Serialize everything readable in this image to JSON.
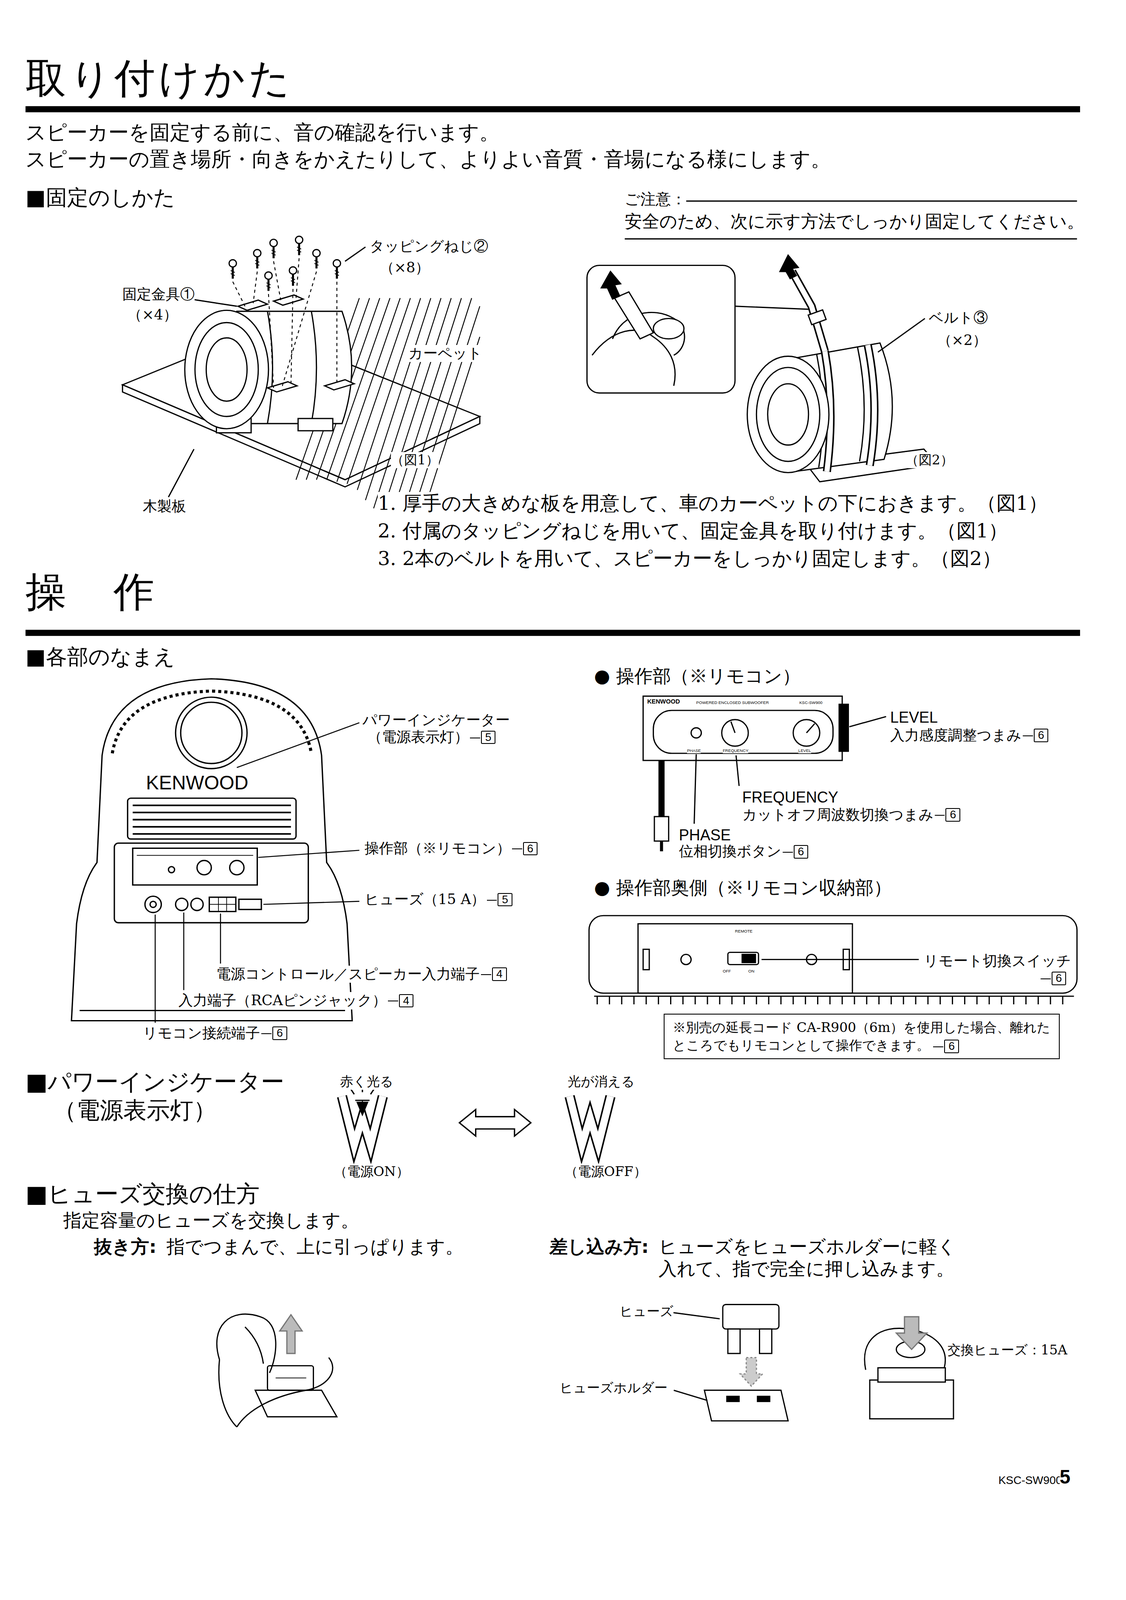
{
  "diagram": {
    "title": "取り付けかた",
    "nodes": [
      {
        "text": [
          "※別売の延長コード CA-R900（6m）を使用した場合、離れたところでもリモコンとして操作できます。",
          "6"
        ]
      }
    ],
    "labels": [
      "スピーカーを固定する前に、音の確認を行います。",
      "スピーカーの置き場所・向きをかえたりして、よりよい音質・音場になる様にします。",
      "■固定のしかた",
      "タッピングねじ②",
      "（×8）",
      "固定金具①",
      "（×4）",
      "カーペット",
      "（図1）",
      "木製板",
      "ご注意：",
      "安全のため、次に示す方法でしっかり固定してください。",
      "ベルト③",
      "（×2）",
      "（図2）",
      "1. 厚手の大きめな板を用意して、車のカーペットの下におきます。（図1）",
      "2. 付属のタッピングねじを用いて、固定金具を取り付けます。（図1）",
      "3. 2本のベルトを用いて、スピーカーをしっかり固定します。（図2）",
      "操　作",
      "■各部のなまえ",
      "KENWOOD",
      "パワーインジケーター",
      "（電源表示灯）",
      "5",
      "操作部（※リモコン）",
      "6",
      "ヒューズ（15 A）",
      "5",
      "電源コントロール／スピーカー入力端子",
      "4",
      "入力端子（RCAピンジャック）",
      "4",
      "リモコン接続端子",
      "6",
      "● 操作部（※リモコン）",
      "KENWOOD",
      "POWERED ENCLOSED SUBWOOFER",
      "KSC-SW900",
      "PHASE",
      "FREQUENCY",
      "LEVEL",
      "LEVEL",
      "入力感度調整つまみ",
      "6",
      "FREQUENCY",
      "カットオフ周波数切換つまみ",
      "6",
      "PHASE",
      "位相切換ボタン",
      "6",
      "● 操作部奥側（※リモコン収納部）",
      "REMOTE",
      "OFF",
      "ON",
      "リモート切換スイッチ",
      "6",
      "■パワーインジケーター",
      "（電源表示灯）",
      "赤く光る",
      "光が消える",
      "（電源ON）",
      "（電源OFF）",
      "■ヒューズ交換の仕方",
      "指定容量のヒューズを交換します。",
      "抜き方:",
      "指でつまんで、上に引っぱります。",
      "差し込み方:",
      "ヒューズをヒューズホルダーに軽く入れて、指で完全に押し込みます。",
      "ヒューズ",
      "ヒューズホルダー",
      "交換ヒューズ：15A",
      "KSC-SW900",
      "5"
    ]
  }
}
